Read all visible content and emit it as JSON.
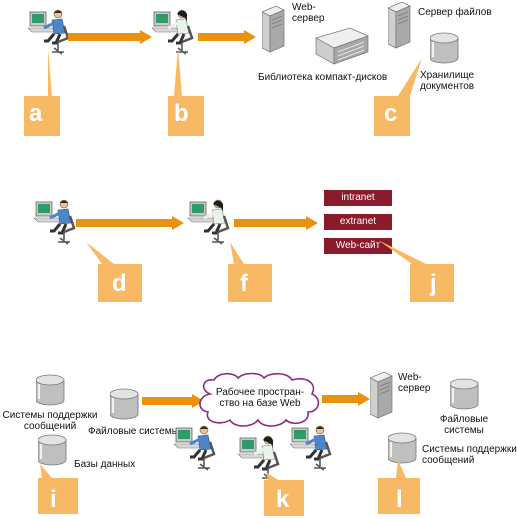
{
  "colors": {
    "arrow": "#e8920f",
    "callout": "#f7b964",
    "callout_letter": "#ffffff",
    "tag": "#8b1a2b",
    "cloud_stroke": "#8a2b8a"
  },
  "row1": {
    "web_server": "Web-\nсервер",
    "file_server": "Сервер файлов",
    "cd_library": "Библиотека компакт-дисков",
    "doc_storage": "Хранилище\nдокументов",
    "callouts": [
      "a",
      "b",
      "c"
    ]
  },
  "row2": {
    "tags": [
      "intranet",
      "extranet",
      "Web-сайт"
    ],
    "callouts": [
      "d",
      "f",
      "j"
    ]
  },
  "row3": {
    "msg_systems_left": "Системы поддержки\nсообщений",
    "databases": "Базы данных",
    "file_systems_left": "Файловые системы",
    "workspace": "Рабочее простран-\nство на базе Web",
    "web_server": "Web-\nсервер",
    "file_systems_right": "Файловые\nсистемы",
    "msg_systems_right": "Системы поддержки\nсообщений",
    "callouts": [
      "i",
      "k",
      "l"
    ]
  }
}
